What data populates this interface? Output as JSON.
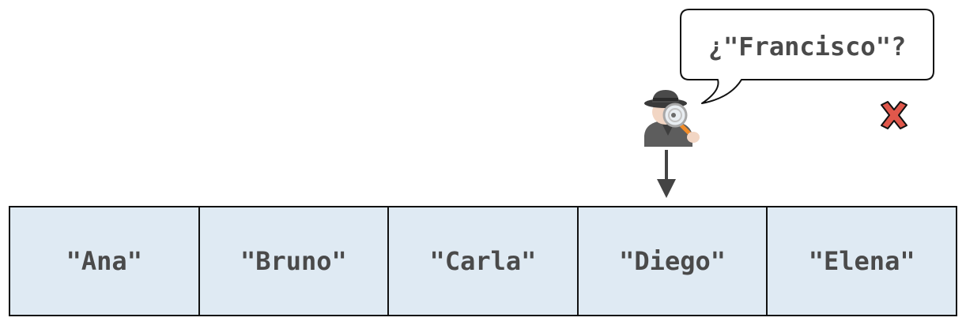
{
  "query": {
    "text": "¿\"Francisco\"?"
  },
  "searcher": {
    "icon": "detective-icon"
  },
  "result": {
    "icon": "cross-mark-icon",
    "color": "#e0574b"
  },
  "pointer": {
    "icon": "arrow-down-icon",
    "target_index": 3
  },
  "array": {
    "cells": [
      {
        "label": "\"Ana\""
      },
      {
        "label": "\"Bruno\""
      },
      {
        "label": "\"Carla\""
      },
      {
        "label": "\"Diego\""
      },
      {
        "label": "\"Elena\""
      }
    ]
  },
  "colors": {
    "cell_fill": "#dfeaf3",
    "text": "#4a4a4a",
    "border": "#111111"
  }
}
